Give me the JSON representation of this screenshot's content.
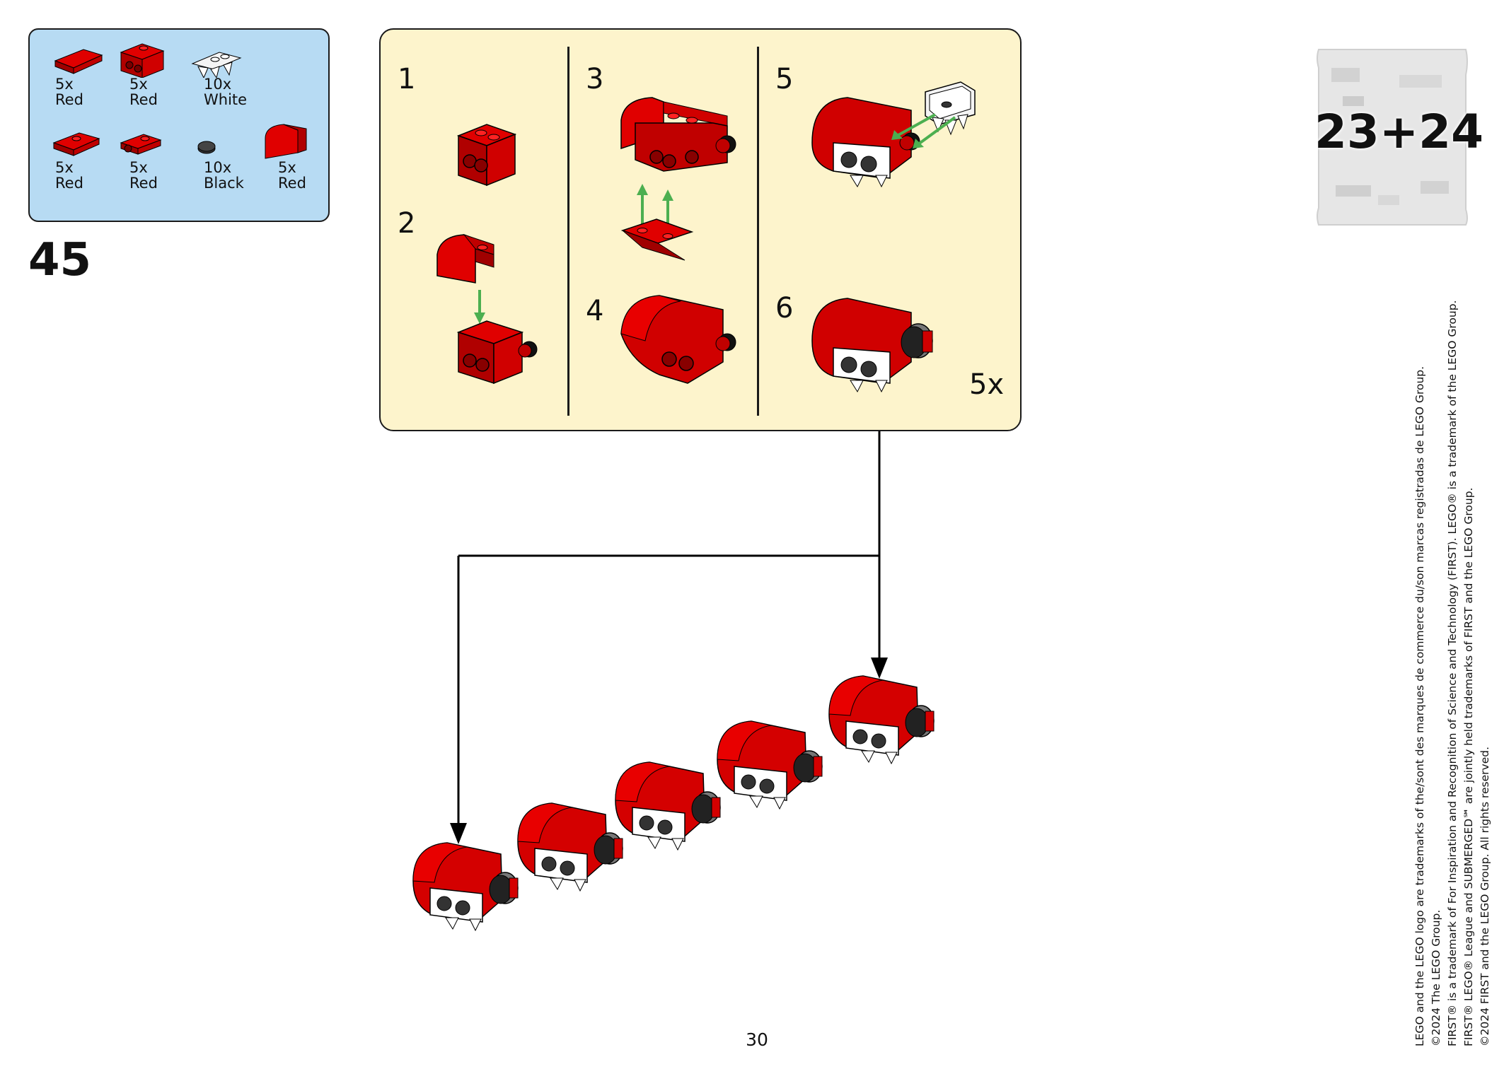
{
  "parts": [
    {
      "qty": "5x",
      "color": "Red",
      "shape": "plate-1x2"
    },
    {
      "qty": "5x",
      "color": "Red",
      "shape": "brick-bracket"
    },
    {
      "qty": "10x",
      "color": "White",
      "shape": "tooth-plate"
    },
    {
      "qty": "5x",
      "color": "Red",
      "shape": "plate-bracket"
    },
    {
      "qty": "5x",
      "color": "Red",
      "shape": "plate-clip"
    },
    {
      "qty": "10x",
      "color": "Black",
      "shape": "round-tile"
    },
    {
      "qty": "5x",
      "color": "Red",
      "shape": "curved-slope"
    }
  ],
  "step_number": "45",
  "sub_steps": [
    "1",
    "2",
    "3",
    "4",
    "5",
    "6"
  ],
  "multiplier": "5x",
  "bag_label": "23+24",
  "page_number": "30",
  "legal_lines": [
    "LEGO and the LEGO logo are trademarks of the/sont des marques de commerce du/son marcas registradas de LEGO Group.",
    "©2024 The LEGO Group.",
    "FIRST® is a trademark of For Inspiration and Recognition of Science and Technology (FIRST). LEGO® is a trademark of the LEGO Group.",
    "FIRST® LEGO® League and SUBMERGED℠ are jointly held trademarks of FIRST and the LEGO Group.",
    "©2024 FIRST and the LEGO Group. All rights reserved."
  ],
  "colors": {
    "parts_bg": "#b7dbf3",
    "panel_bg": "#fdf4cc",
    "brick_red": "#d40000",
    "arrow_green": "#4caf50"
  }
}
